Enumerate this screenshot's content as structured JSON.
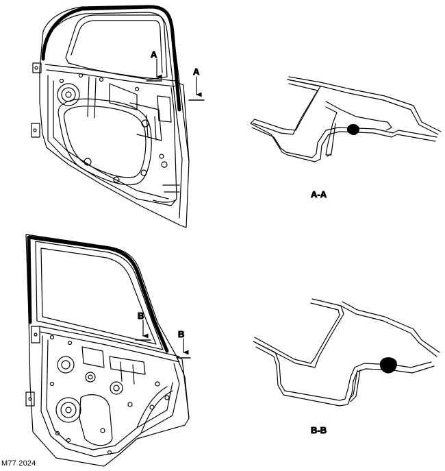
{
  "front_door": {
    "arrow_label_1": "A",
    "arrow_label_2": "A"
  },
  "section_a": {
    "caption": "A-A"
  },
  "rear_door": {
    "arrow_label_1": "B",
    "arrow_label_2": "B"
  },
  "section_b": {
    "caption": "B-B"
  },
  "figure_ref": "M77 2024",
  "colors": {
    "ink": "#000000",
    "background": "#ffffff"
  }
}
